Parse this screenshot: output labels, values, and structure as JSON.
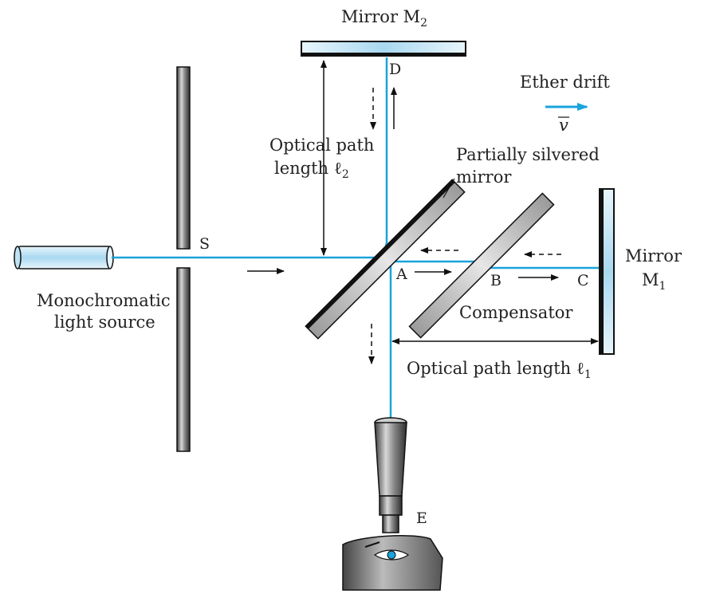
{
  "labels": {
    "mirror_m2": "Mirror M",
    "mirror_m2_sub": "2",
    "point_d": "D",
    "ether_drift": "Ether drift",
    "velocity": "v",
    "optical_path_2_line1": "Optical path",
    "optical_path_2_line2": "length ℓ",
    "optical_path_2_sub": "2",
    "partially_silvered_line1": "Partially silvered",
    "partially_silvered_line2": "mirror",
    "point_s": "S",
    "mirror_m1_line1": "Mirror",
    "mirror_m1_line2": "M",
    "mirror_m1_sub": "1",
    "point_a": "A",
    "point_b": "B",
    "point_c": "C",
    "compensator": "Compensator",
    "source_line1": "Monochromatic",
    "source_line2": "light source",
    "optical_path_1": "Optical path length ℓ",
    "optical_path_1_sub": "1",
    "point_e": "E"
  },
  "colors": {
    "beam": "#1aa3dc",
    "glass": "#cfe9f7",
    "ink": "#111111"
  }
}
